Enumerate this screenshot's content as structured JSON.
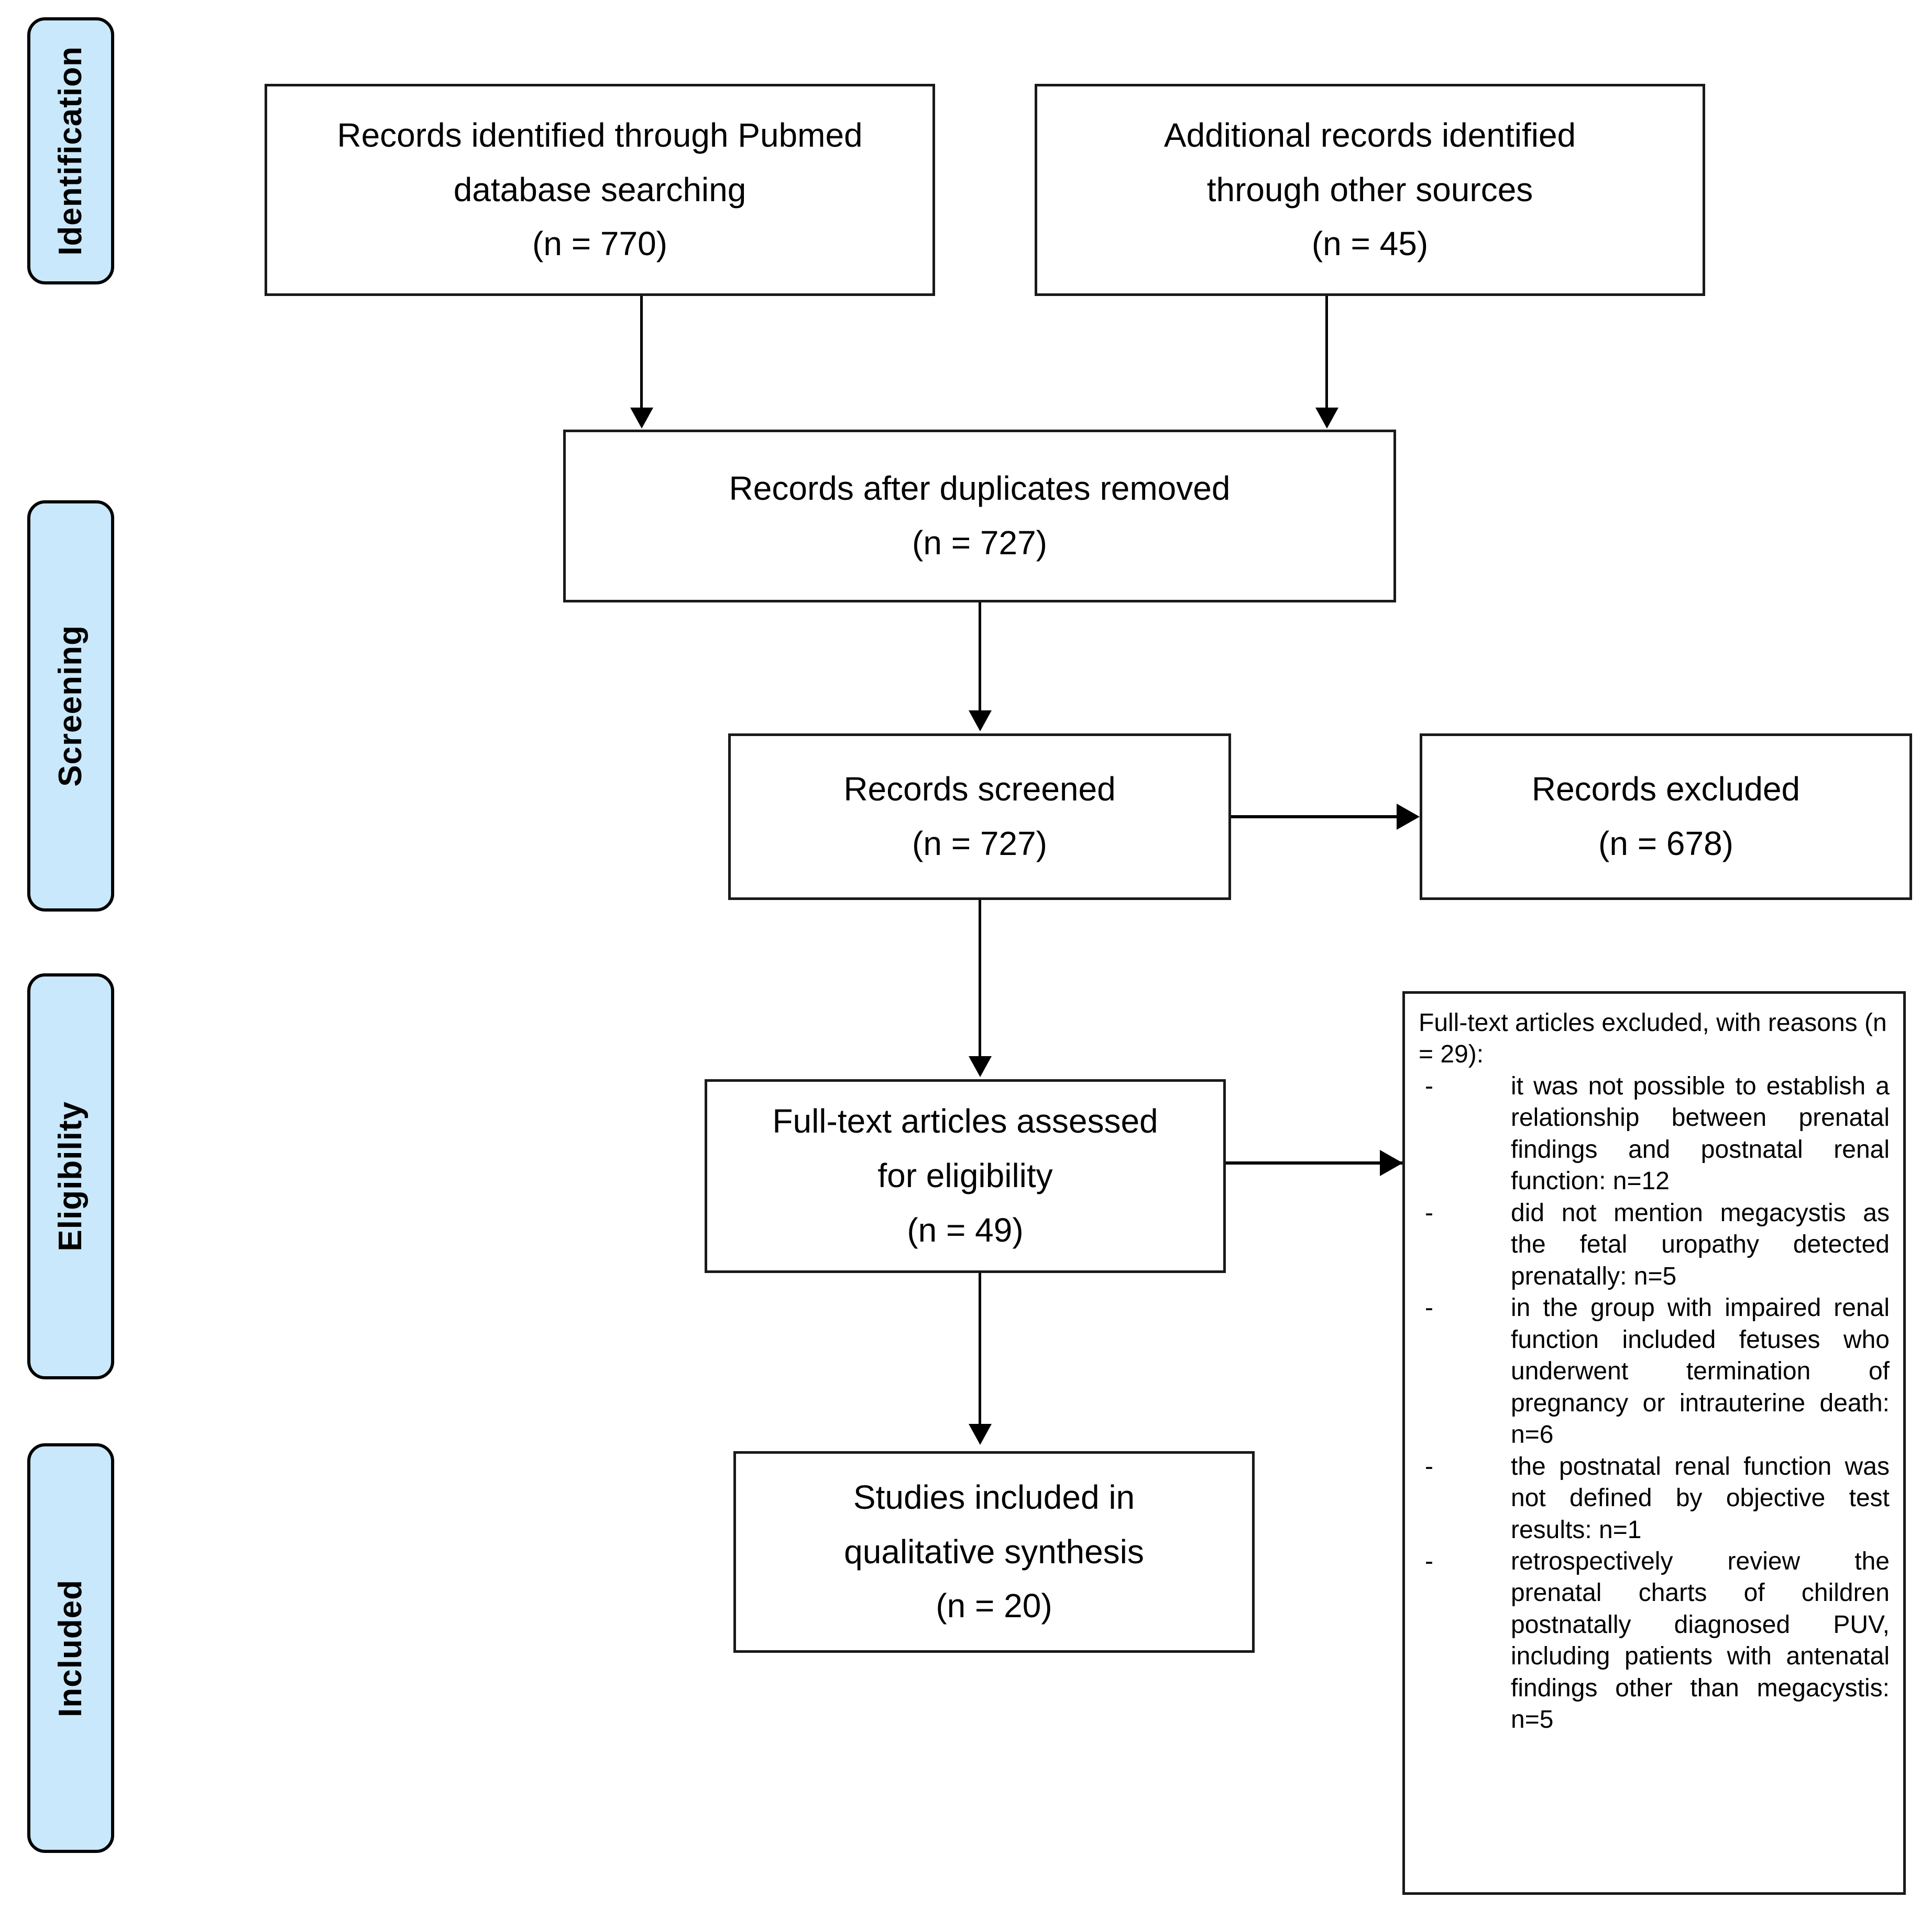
{
  "diagram": {
    "type": "prisma-flow-diagram",
    "accent_color": "#c9e8fb",
    "line_color": "#000000",
    "border_color": "#1a1a1a"
  },
  "stages": [
    {
      "label": "Identification"
    },
    {
      "label": "Screening"
    },
    {
      "label": "Eligibility"
    },
    {
      "label": "Included"
    }
  ],
  "boxes": {
    "pubmed_records": "Records identified through Pubmed\ndatabase searching\n(n = 770)",
    "other_records": "Additional records identified\nthrough other sources\n(n = 45)",
    "after_duplicates": "Records after duplicates removed\n(n = 727)",
    "screened": "Records screened\n(n = 727)",
    "excluded": "Records excluded\n(n = 678)",
    "fulltext_assessed": "Full-text articles assessed\nfor eligibility\n(n = 49)",
    "included_studies": "Studies included in\nqualitative synthesis\n(n = 20)"
  },
  "exclusion_panel": {
    "heading": "Full-text articles excluded, with reasons (n = 29):",
    "bullet_marker": "-",
    "reasons": [
      "it was not possible to establish a relationship between prenatal findings and postnatal renal function: n=12",
      "did not mention megacystis as the fetal uropathy detected prenatally: n=5",
      "in the group with impaired renal function included fetuses who underwent termination of pregnancy or intrauterine death: n=6",
      "the postnatal renal function was not defined by objective test results: n=1",
      "retrospectively review the prenatal charts of children postnatally diagnosed PUV, including patients with antenatal findings other than megacystis: n=5"
    ]
  },
  "counts": {
    "pubmed": 770,
    "other_sources": 45,
    "after_duplicates": 727,
    "screened": 727,
    "excluded": 678,
    "fulltext_assessed": 49,
    "fulltext_excluded": 29,
    "included": 20
  }
}
